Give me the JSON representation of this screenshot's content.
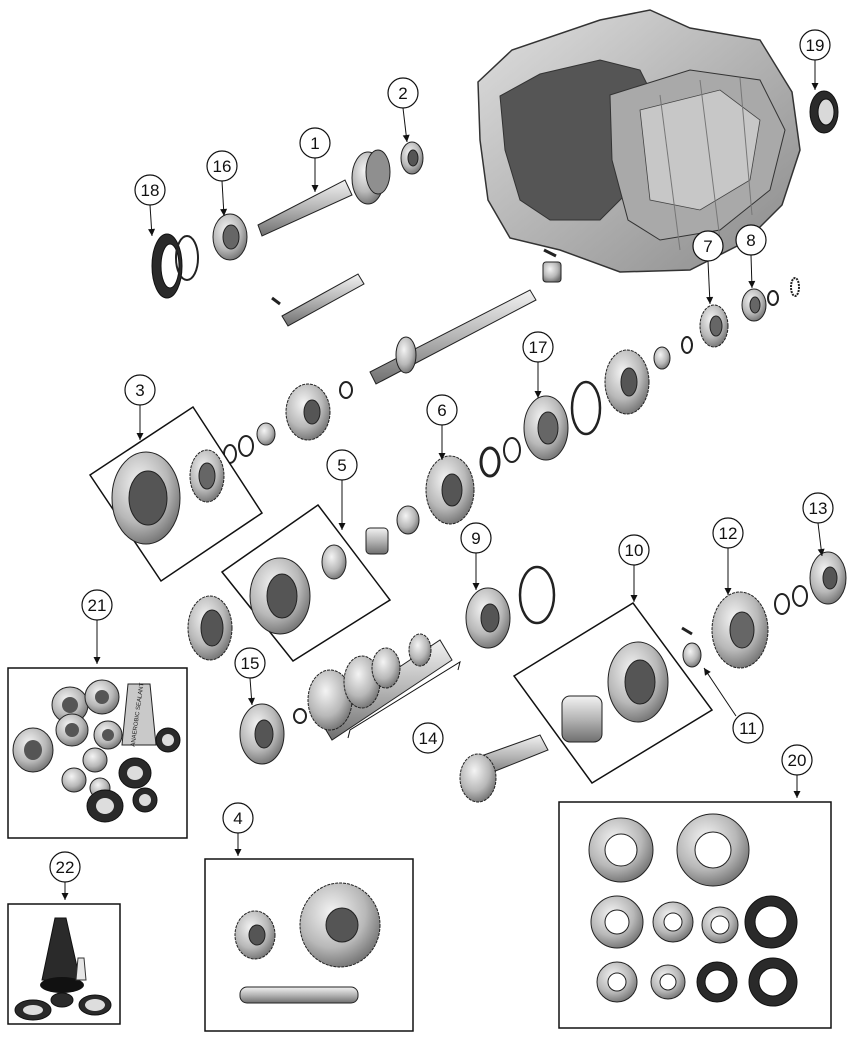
{
  "callouts": [
    {
      "number": "1",
      "part": "input-shaft"
    },
    {
      "number": "2",
      "part": "input-shaft-bearing"
    },
    {
      "number": "3",
      "part": "synchro-assembly-3-4"
    },
    {
      "number": "4",
      "part": "reverse-idler-kit"
    },
    {
      "number": "5",
      "part": "synchro-assembly-1-2"
    },
    {
      "number": "6",
      "part": "mainshaft-gear"
    },
    {
      "number": "7",
      "part": "rear-gear"
    },
    {
      "number": "8",
      "part": "rear-bearing"
    },
    {
      "number": "9",
      "part": "countershaft-front-bearing"
    },
    {
      "number": "10",
      "part": "synchro-assembly-5th"
    },
    {
      "number": "11",
      "part": "needle-bearing"
    },
    {
      "number": "12",
      "part": "fifth-gear"
    },
    {
      "number": "13",
      "part": "countershaft-rear-bearing"
    },
    {
      "number": "14",
      "part": "countershaft-gear-cluster"
    },
    {
      "number": "15",
      "part": "countershaft-bearing"
    },
    {
      "number": "16",
      "part": "pilot-bearing"
    },
    {
      "number": "17",
      "part": "mainshaft-bearing"
    },
    {
      "number": "18",
      "part": "front-seal"
    },
    {
      "number": "19",
      "part": "rear-seal"
    },
    {
      "number": "20",
      "part": "bearing-and-seal-kit"
    },
    {
      "number": "21",
      "part": "overhaul-kit"
    },
    {
      "number": "22",
      "part": "sealant-kit"
    }
  ],
  "sealant_tube_label": "ANAEROBIC SEALANT",
  "colors": {
    "line": "#111111",
    "metal_light": "#d9d9d9",
    "metal_mid": "#a8a8a8",
    "metal_dark": "#6b6b6b",
    "seal": "#2a2a2a",
    "case": "#bdbdbd"
  }
}
